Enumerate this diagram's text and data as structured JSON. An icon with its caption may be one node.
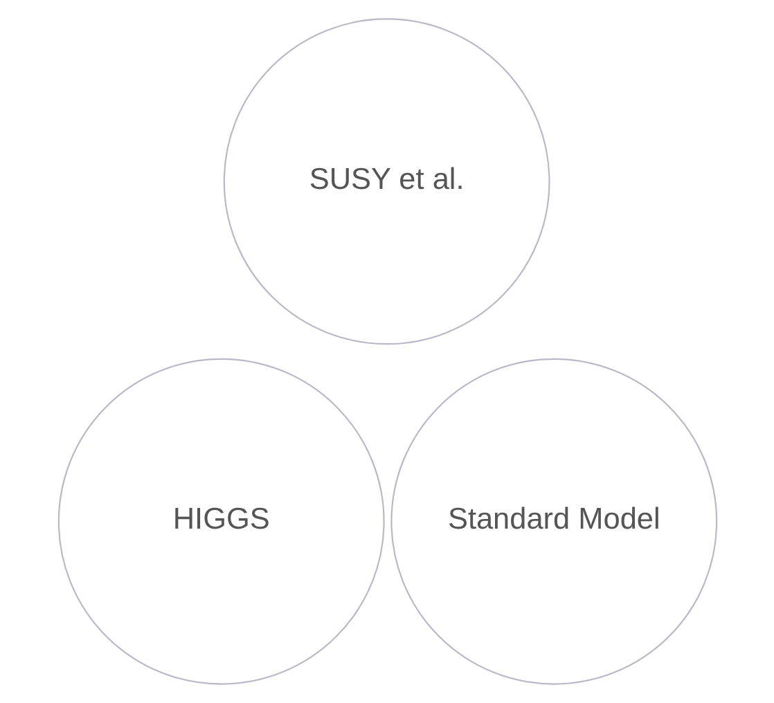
{
  "diagram": {
    "nodes": [
      {
        "text": [
          "SUSY et al."
        ]
      },
      {
        "text": [
          "HIGGS"
        ]
      },
      {
        "text": [
          "Standard Model"
        ]
      }
    ]
  }
}
